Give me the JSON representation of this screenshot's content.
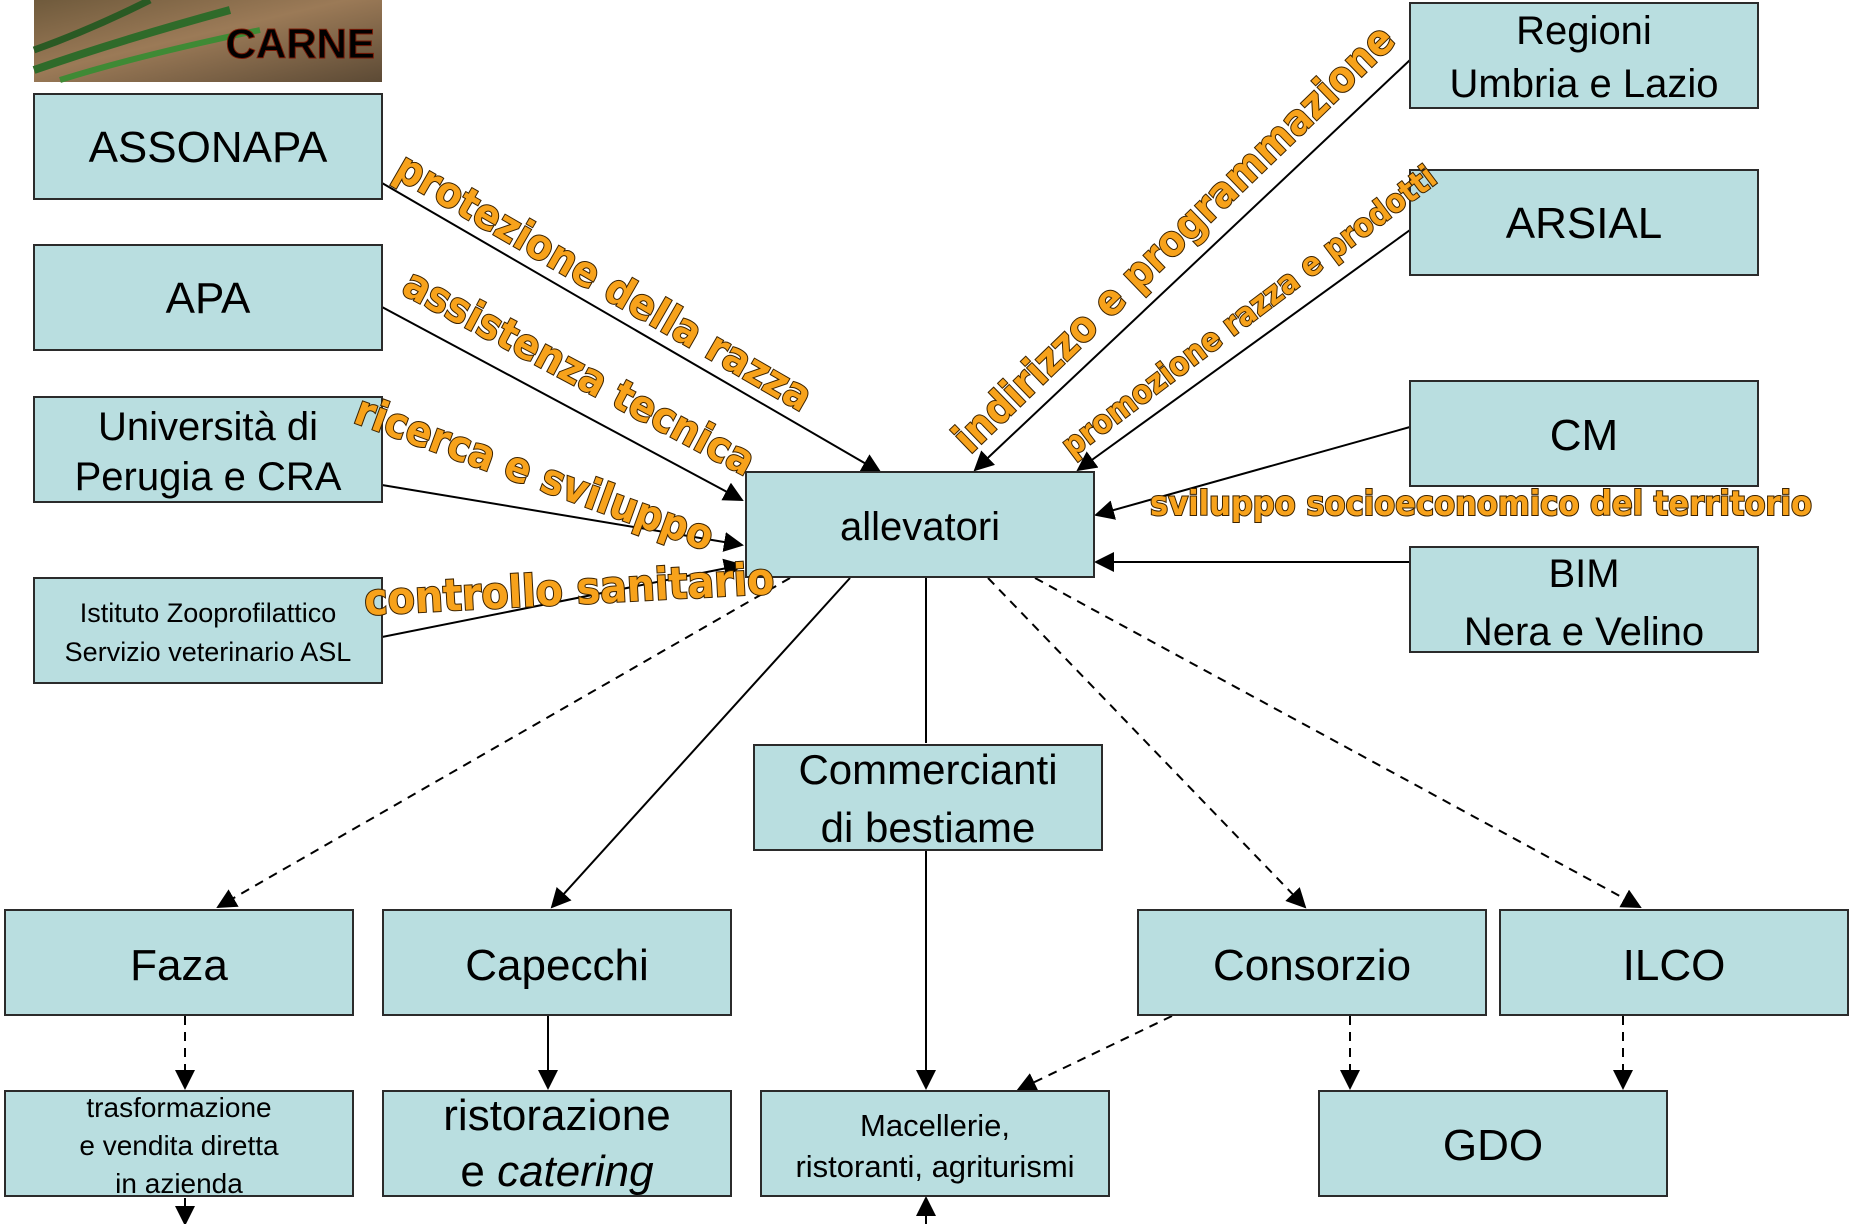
{
  "logo": {
    "text": "CARNE",
    "text_color": "#e9401d"
  },
  "colors": {
    "box_fill": "#b9dee0",
    "relation_label": "#f7a21b"
  },
  "nodes": {
    "assonapa": {
      "lines": [
        "ASSONAPA"
      ]
    },
    "apa": {
      "lines": [
        "APA"
      ]
    },
    "universita": {
      "lines": [
        "Università di",
        "Perugia e CRA"
      ]
    },
    "istituto": {
      "lines": [
        "Istituto Zooprofilattico",
        "Servizio veterinario ASL"
      ]
    },
    "regioni": {
      "lines": [
        "Regioni",
        "Umbria e Lazio"
      ]
    },
    "arsial": {
      "lines": [
        "ARSIAL"
      ]
    },
    "cm": {
      "lines": [
        "CM"
      ]
    },
    "bim": {
      "lines": [
        "BIM",
        "Nera e Velino"
      ]
    },
    "allevatori": {
      "lines": [
        "allevatori"
      ]
    },
    "commercianti": {
      "lines": [
        "Commercianti",
        "di bestiame"
      ]
    },
    "faza": {
      "lines": [
        "Faza"
      ]
    },
    "capecchi": {
      "lines": [
        "Capecchi"
      ]
    },
    "consorzio": {
      "lines": [
        "Consorzio"
      ]
    },
    "ilco": {
      "lines": [
        "ILCO"
      ]
    },
    "trasformazione": {
      "lines": [
        "trasformazione",
        "e vendita diretta",
        "in azienda"
      ]
    },
    "ristorazione": {
      "lines": [
        "ristorazione",
        "e ",
        "catering"
      ]
    },
    "macellerie": {
      "lines": [
        "Macellerie,",
        "ristoranti, agriturismi"
      ]
    },
    "gdo": {
      "lines": [
        "GDO"
      ]
    }
  },
  "relations": {
    "protezione": "protezione della razza",
    "assistenza": "assistenza tecnica",
    "ricerca": "ricerca e sviluppo",
    "controllo": "controllo sanitario",
    "indirizzo": "indirizzo e programmazione",
    "promozione": "promozione razza e prodotti",
    "sviluppo": "sviluppo socioeconomico del territorio"
  }
}
